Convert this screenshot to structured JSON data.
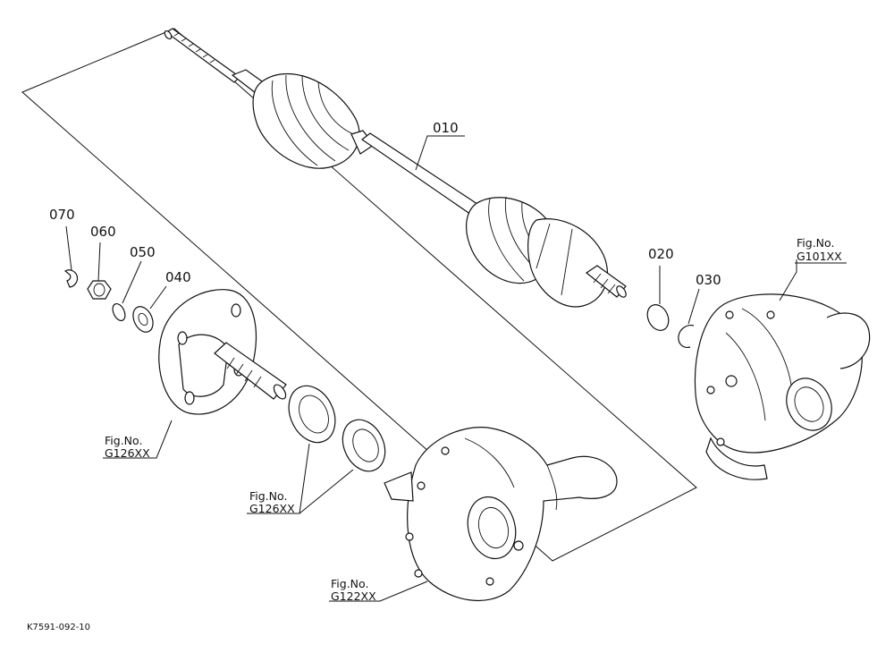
{
  "diagram": {
    "part_labels": {
      "p010": "010",
      "p020": "020",
      "p030": "030",
      "p040": "040",
      "p050": "050",
      "p060": "060",
      "p070": "070"
    },
    "figure_refs": {
      "g101": {
        "label": "Fig.No.",
        "code": "G101XX"
      },
      "g126_hub": {
        "label": "Fig.No.",
        "code": "G126XX"
      },
      "g126_bearings": {
        "label": "Fig.No.",
        "code": "G126XX"
      },
      "g122": {
        "label": "Fig.No.",
        "code": "G122XX"
      }
    },
    "drawing_code": "K7591-092-10"
  }
}
